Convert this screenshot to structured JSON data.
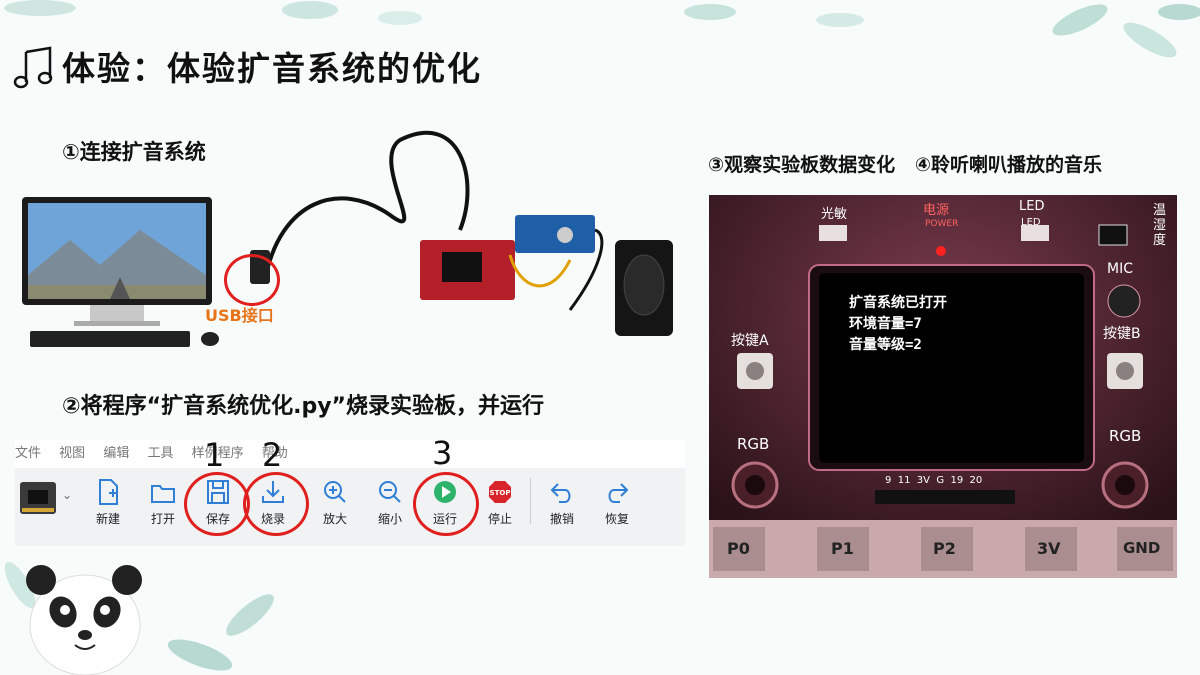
{
  "title": "体验：体验扩音系统的优化",
  "steps": {
    "step1": "①连接扩音系统",
    "step2": "②将程序“扩音系统优化.py”烧录实验板，并运行",
    "step34": "③观察实验板数据变化   ④聆听喇叭播放的音乐"
  },
  "usb_label": "USB接口",
  "menu": [
    "文件",
    "视图",
    "编辑",
    "工具",
    "样例程序",
    "帮助"
  ],
  "toolbar": {
    "new": "新建",
    "open": "打开",
    "save": "保存",
    "burn": "烧录",
    "zoom_in": "放大",
    "zoom_out": "缩小",
    "run": "运行",
    "stop": "停止",
    "undo": "撤销",
    "redo": "恢复",
    "stop_icon_text": "STOP"
  },
  "annotations": {
    "n1": "1",
    "n2": "2",
    "n3": "3"
  },
  "board": {
    "screen_lines": [
      "扩音系统已打开",
      "环境音量=7",
      "音量等级=2"
    ],
    "labels": {
      "light": "光敏",
      "power": "电源",
      "power_en": "POWER",
      "led": "LED",
      "led2": "LED",
      "mic": "MIC",
      "button_a": "按键A",
      "button_b": "按键B",
      "rgb_left": "RGB",
      "rgb_right": "RGB",
      "temp": "温湿度",
      "pins": "9  11  3V  G  19  20",
      "p0": "P0",
      "p1": "P1",
      "p2": "P2",
      "v3": "3V",
      "gnd": "GND"
    }
  },
  "colors": {
    "accent_red": "#e0201e",
    "usb_orange": "#e8741a",
    "run_green": "#2db36a",
    "icon_blue": "#2f7fd6"
  }
}
